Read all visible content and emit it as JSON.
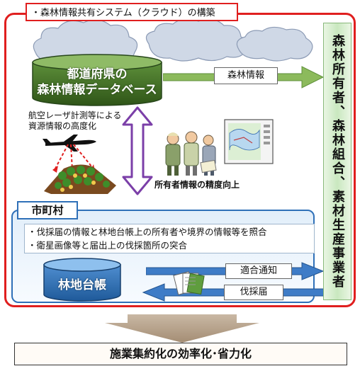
{
  "header": {
    "title": "・森林情報共有システム（クラウド）の構築"
  },
  "side_bar": {
    "text": "森林所有者、森林組合、素材生産事業者"
  },
  "prefecture_db": {
    "label_line1": "都道府県の",
    "label_line2": "森林情報データベース"
  },
  "flow": {
    "forest_info_label": "森林情報"
  },
  "aerial": {
    "line1": "航空レーザ計測等による",
    "line2": "資源情報の高度化"
  },
  "owner": {
    "caption": "所有者情報の精度向上"
  },
  "municipality": {
    "label": "市町村",
    "notes": [
      "・伐採届の情報と林地台帳上の所有者や境界の情報等を照合",
      "・衛星画像等と届出上の伐採箇所の突合"
    ],
    "ledger_label": "林地台帳",
    "notice_label": "適合通知",
    "felling_label": "伐採届"
  },
  "result": {
    "text": "施業集約化の効率化･省力化"
  },
  "colors": {
    "frame_red": "#e01f1f",
    "municipality_blue": "#2f70b8",
    "arrow_green": "#8cba5c",
    "arrow_blue": "#3e7cc7",
    "arrow_purple": "#7b3fa8",
    "db_green": "#3f6d24"
  },
  "icons": [
    "cloud-icon",
    "database-icon",
    "airplane-icon",
    "laser-beam-icon",
    "forest-terrain-icon",
    "people-group-icon",
    "map-screen-icon",
    "documents-icon",
    "down-arrow-icon"
  ]
}
